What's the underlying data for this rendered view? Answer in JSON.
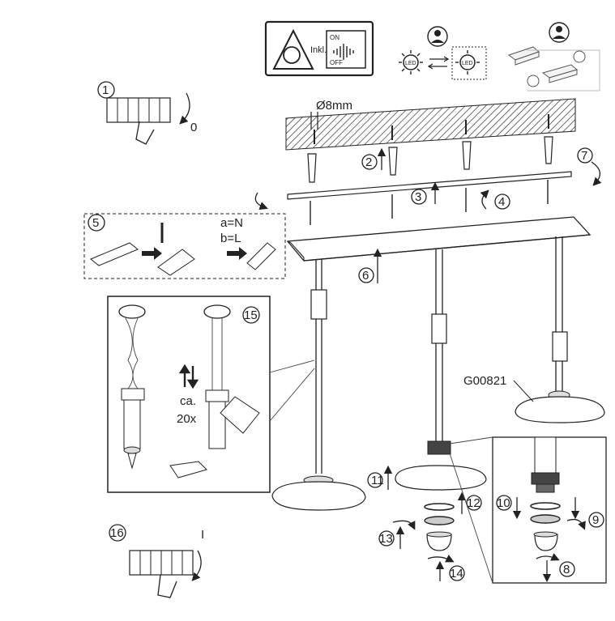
{
  "dimmer_box": {
    "inkl_label": "Inkl.",
    "on_label": "ON",
    "off_label": "OFF"
  },
  "led_icons": {
    "led_label_left": "LED",
    "led_label_right": "LED"
  },
  "drill_label": "Ø8mm",
  "model_code": "G00821",
  "steps": {
    "s1": "1",
    "s2": "2",
    "s3": "3",
    "s4": "4",
    "s5": "5",
    "s6": "6",
    "s7": "7",
    "s8": "8",
    "s9": "9",
    "s10": "10",
    "s11": "11",
    "s12": "12",
    "s13": "13",
    "s14": "14",
    "s15": "15",
    "s16": "16"
  },
  "switch_off_label": "0",
  "switch_on_label": "I",
  "wiring": {
    "a_label": "a=N",
    "b_label": "b=L"
  },
  "adjust": {
    "ca_label": "ca.",
    "times_label": "20x"
  }
}
